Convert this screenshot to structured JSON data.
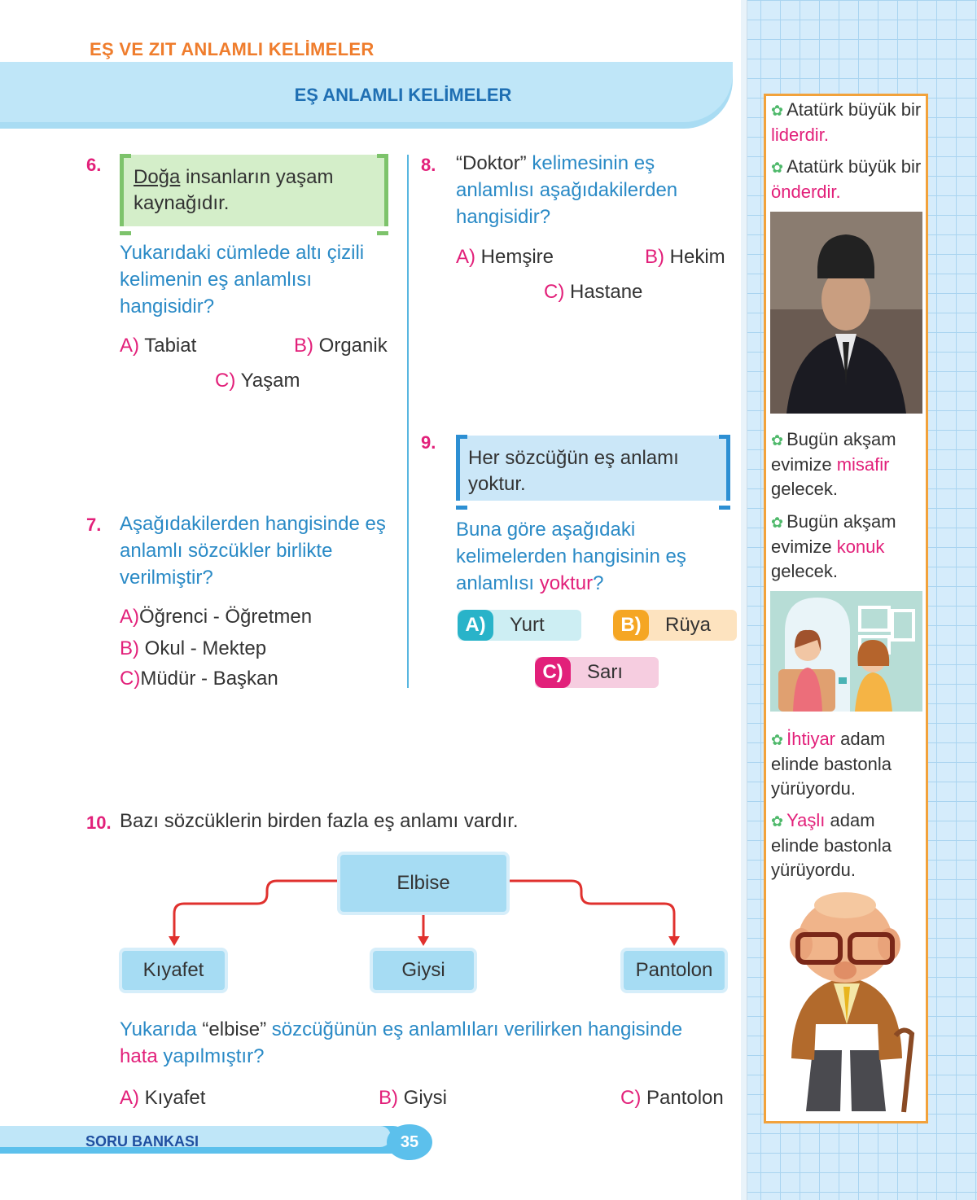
{
  "header": {
    "chapter_title": "EŞ VE ZIT ANLAMLI KELİMELER",
    "section_title": "EŞ ANLAMLI KELİMELER"
  },
  "q6": {
    "number": "6.",
    "box_underlined": "Doğa",
    "box_rest": " insanların yaşam kaynağıdır.",
    "question": "Yukarıdaki cümlede altı çizili kelimenin eş anlamlısı hangisidir?",
    "options": [
      {
        "label": "A)",
        "text": "Tabiat"
      },
      {
        "label": "B)",
        "text": "Organik"
      },
      {
        "label": "C)",
        "text": "Yaşam"
      }
    ]
  },
  "q7": {
    "number": "7.",
    "question": "Aşağıdakilerden hangisinde eş anlamlı sözcükler birlikte verilmiştir?",
    "options": [
      {
        "label": "A)",
        "text": "Öğrenci - Öğretmen"
      },
      {
        "label": "B)",
        "text": "Okul - Mektep"
      },
      {
        "label": "C)",
        "text": "Müdür - Başkan"
      }
    ]
  },
  "q8": {
    "number": "8.",
    "quoted_word": "“Doktor”",
    "question_rest": " kelimesinin eş anlamlısı aşağıdakilerden hangisidir?",
    "options": [
      {
        "label": "A)",
        "text": "Hemşire"
      },
      {
        "label": "B)",
        "text": "Hekim"
      },
      {
        "label": "C)",
        "text": "Hastane"
      }
    ]
  },
  "q9": {
    "number": "9.",
    "box_text": "Her sözcüğün eş anlamı yoktur.",
    "question_start": "Buna göre aşağıdaki kelimelerden hangisinin eş anlamlısı ",
    "question_emph": "yoktur",
    "question_end": "?",
    "options": [
      {
        "label": "A)",
        "text": "Yurt",
        "color": "#29b3c9",
        "bg": "#cdeef3"
      },
      {
        "label": "B)",
        "text": "Rüya",
        "color": "#f5a623",
        "bg": "#fde3bf"
      },
      {
        "label": "C)",
        "text": "Sarı",
        "color": "#e2207a",
        "bg": "#f6cde0"
      }
    ]
  },
  "q10": {
    "number": "10.",
    "intro": "Bazı sözcüklerin birden fazla eş anlamı vardır.",
    "root": "Elbise",
    "children": [
      "Kıyafet",
      "Giysi",
      "Pantolon"
    ],
    "q_part1": "Yukarıda ",
    "q_quoted": "“elbise”",
    "q_part2": " sözcüğünün eş anlamlıları verilirken hangisinde ",
    "q_emph": "hata",
    "q_part3": " yapılmıştır?",
    "options": [
      {
        "label": "A)",
        "text": "Kıyafet"
      },
      {
        "label": "B)",
        "text": "Giysi"
      },
      {
        "label": "C)",
        "text": "Pantolon"
      }
    ]
  },
  "footer": {
    "book": "SORU BANKASI",
    "page": "35"
  },
  "sidebar": {
    "examples": [
      {
        "before": "Atatürk büyük bir ",
        "word": "liderdir",
        "after": "."
      },
      {
        "before": "Atatürk büyük bir ",
        "word": "önderdir",
        "after": "."
      },
      {
        "before": "Bugün akşam evimize ",
        "word": "misafir",
        "after": " gelecek."
      },
      {
        "before": "Bugün akşam evimize ",
        "word": "konuk",
        "after": " gelecek."
      },
      {
        "before": "",
        "word": "İhtiyar",
        "after": " adam elinde bastonla yürüyordu."
      },
      {
        "before": "",
        "word": "Yaşlı",
        "after": " adam elinde bastonla yürüyordu."
      }
    ],
    "accent_color": "#e2207a",
    "bullet_icon": "gear-icon"
  },
  "colors": {
    "question_blue": "#2a8ac6",
    "number_pink": "#e2207a",
    "chapter_orange": "#ef7d2d",
    "tree_arrow_red": "#e0312e"
  }
}
